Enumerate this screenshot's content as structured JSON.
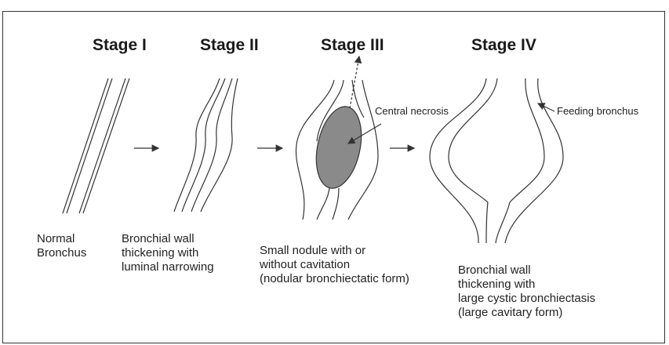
{
  "stages": [
    {
      "title": "Stage I"
    },
    {
      "title": "Stage II"
    },
    {
      "title": "Stage III"
    },
    {
      "title": "Stage IV"
    }
  ],
  "captions": {
    "stage1": [
      "Normal",
      "Bronchus"
    ],
    "stage2": [
      "Bronchial wall",
      "thickening with",
      "luminal narrowing"
    ],
    "stage3": [
      "Small nodule with or",
      "without cavitation",
      "(nodular bronchiectatic form)"
    ],
    "stage4": [
      "Bronchial wall",
      "thickening with",
      "large cystic bronchiectasis",
      "(large cavitary form)"
    ]
  },
  "annotations": {
    "central_necrosis": "Central necrosis",
    "feeding_bronchus": "Feeding bronchus"
  },
  "colors": {
    "line": "#333333",
    "necrosis_fill": "#8a8a8a"
  }
}
